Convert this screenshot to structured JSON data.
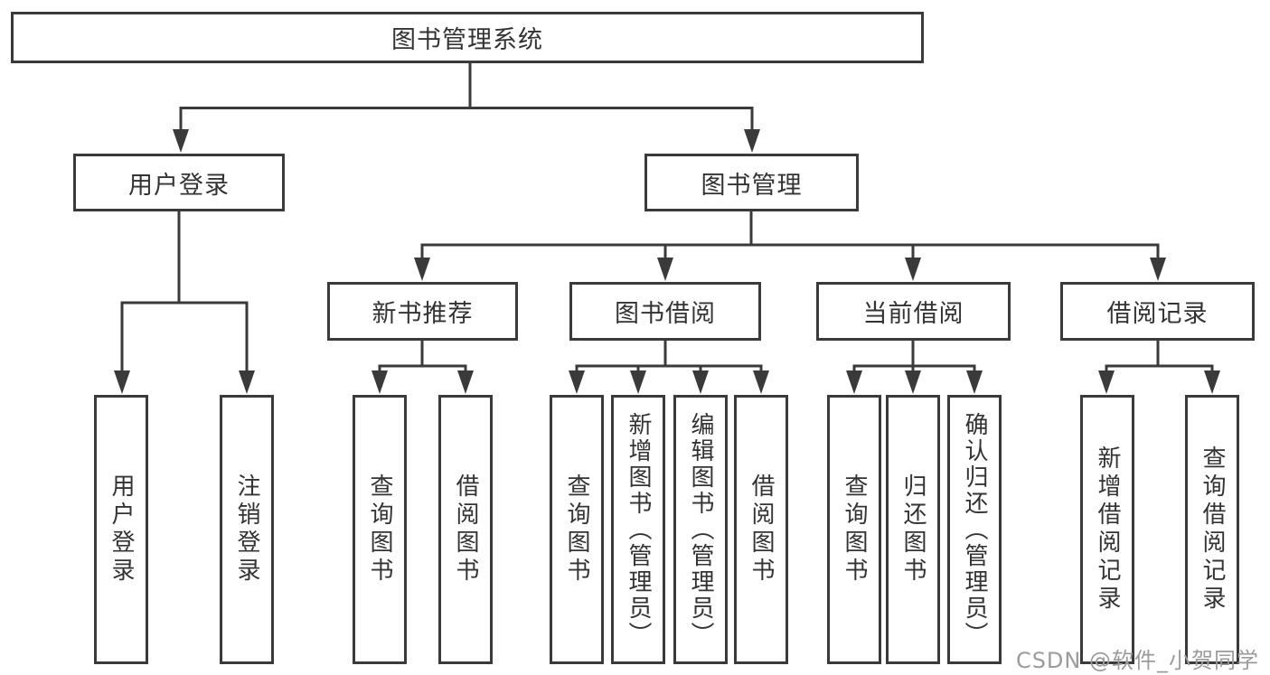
{
  "nodes": {
    "root": "图书管理系统",
    "user_login": "用户登录",
    "book_management": "图书管理",
    "new_book_recommend": "新书推荐",
    "book_borrow": "图书借阅",
    "current_borrow": "当前借阅",
    "borrow_record": "借阅记录",
    "leaves": {
      "user_login_group": [
        "用户登录",
        "注销登录"
      ],
      "new_book_group": [
        "查询图书",
        "借阅图书"
      ],
      "book_borrow_group": [
        "查询图书",
        "新增图书（管理员）",
        "编辑图书（管理员）",
        "借阅图书"
      ],
      "current_borrow_group": [
        "查询图书",
        "归还图书",
        "确认归还（管理员）"
      ],
      "borrow_record_group": [
        "新增借阅记录",
        "查询借阅记录"
      ]
    }
  },
  "watermark": "CSDN @软件_小贺同学",
  "colors": {
    "line": "#3a3a3a",
    "text": "#333333",
    "watermark": "#9b9b9b",
    "background": "#ffffff"
  }
}
